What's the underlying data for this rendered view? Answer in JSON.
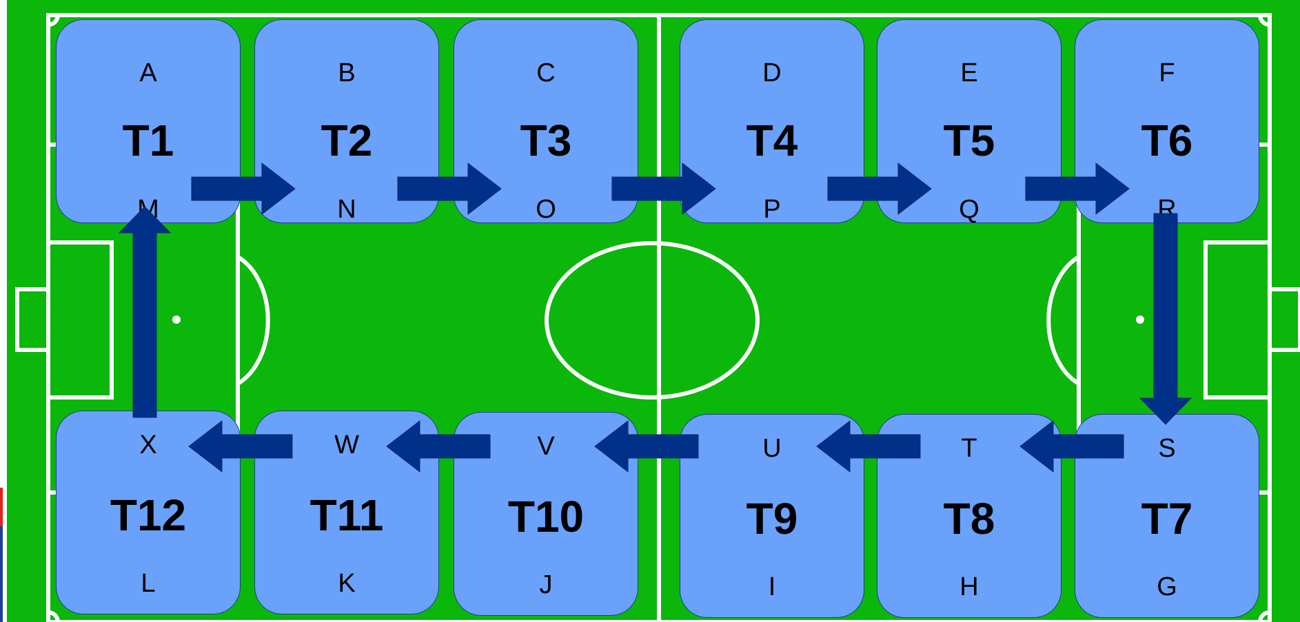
{
  "colors": {
    "pitch": "#0bb70b",
    "lines": "#ffffff",
    "box_fill": "#6aa1fb",
    "box_border": "#1f3d8c",
    "arrow": "#003087",
    "edge_red": "#e2231a",
    "edge_blue": "#1f3f99"
  },
  "stations": [
    {
      "id": "T1",
      "top": "A",
      "bottom": "M"
    },
    {
      "id": "T2",
      "top": "B",
      "bottom": "N"
    },
    {
      "id": "T3",
      "top": "C",
      "bottom": "O"
    },
    {
      "id": "T4",
      "top": "D",
      "bottom": "P"
    },
    {
      "id": "T5",
      "top": "E",
      "bottom": "Q"
    },
    {
      "id": "T6",
      "top": "F",
      "bottom": "R"
    },
    {
      "id": "T12",
      "top": "X",
      "bottom": "L"
    },
    {
      "id": "T11",
      "top": "W",
      "bottom": "K"
    },
    {
      "id": "T10",
      "top": "V",
      "bottom": "J"
    },
    {
      "id": "T9",
      "top": "U",
      "bottom": "I"
    },
    {
      "id": "T8",
      "top": "T",
      "bottom": "H"
    },
    {
      "id": "T7",
      "top": "S",
      "bottom": "G"
    }
  ],
  "rotation": [
    {
      "from": "T1",
      "to": "T2",
      "direction": "right"
    },
    {
      "from": "T2",
      "to": "T3",
      "direction": "right"
    },
    {
      "from": "T3",
      "to": "T4",
      "direction": "right"
    },
    {
      "from": "T4",
      "to": "T5",
      "direction": "right"
    },
    {
      "from": "T5",
      "to": "T6",
      "direction": "right"
    },
    {
      "from": "T6",
      "to": "T7",
      "direction": "down"
    },
    {
      "from": "T7",
      "to": "T8",
      "direction": "left"
    },
    {
      "from": "T8",
      "to": "T9",
      "direction": "left"
    },
    {
      "from": "T9",
      "to": "T10",
      "direction": "left"
    },
    {
      "from": "T10",
      "to": "T11",
      "direction": "left"
    },
    {
      "from": "T11",
      "to": "T12",
      "direction": "left"
    },
    {
      "from": "T12",
      "to": "T1",
      "direction": "up"
    }
  ]
}
